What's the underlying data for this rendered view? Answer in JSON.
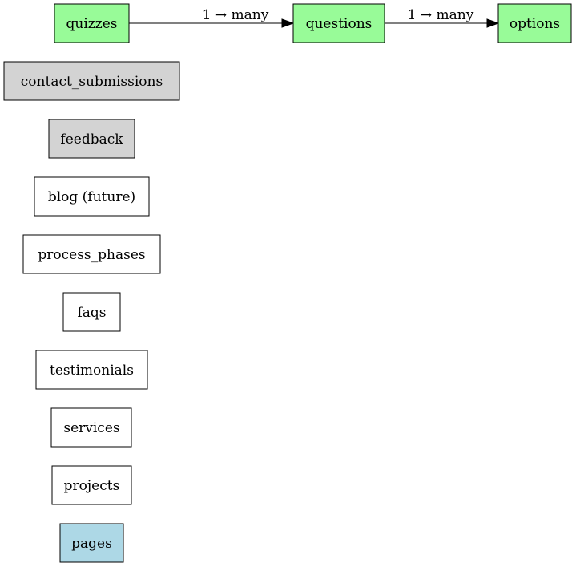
{
  "colors": {
    "green": "#98fb98",
    "gray": "#d3d3d3",
    "blue": "#add8e6",
    "white": "#ffffff",
    "border": "#000000"
  },
  "nodes": {
    "quizzes": {
      "label": "quizzes",
      "fill": "green"
    },
    "questions": {
      "label": "questions",
      "fill": "green"
    },
    "options": {
      "label": "options",
      "fill": "green"
    },
    "contact_submissions": {
      "label": "contact_submissions",
      "fill": "gray"
    },
    "feedback": {
      "label": "feedback",
      "fill": "gray"
    },
    "blog": {
      "label": "blog (future)",
      "fill": "white"
    },
    "process_phases": {
      "label": "process_phases",
      "fill": "white"
    },
    "faqs": {
      "label": "faqs",
      "fill": "white"
    },
    "testimonials": {
      "label": "testimonials",
      "fill": "white"
    },
    "services": {
      "label": "services",
      "fill": "white"
    },
    "projects": {
      "label": "projects",
      "fill": "white"
    },
    "pages": {
      "label": "pages",
      "fill": "blue"
    }
  },
  "edges": {
    "quizzes_questions": {
      "from": "quizzes",
      "to": "questions",
      "label": "1 → many"
    },
    "questions_options": {
      "from": "questions",
      "to": "options",
      "label": "1 → many"
    }
  }
}
